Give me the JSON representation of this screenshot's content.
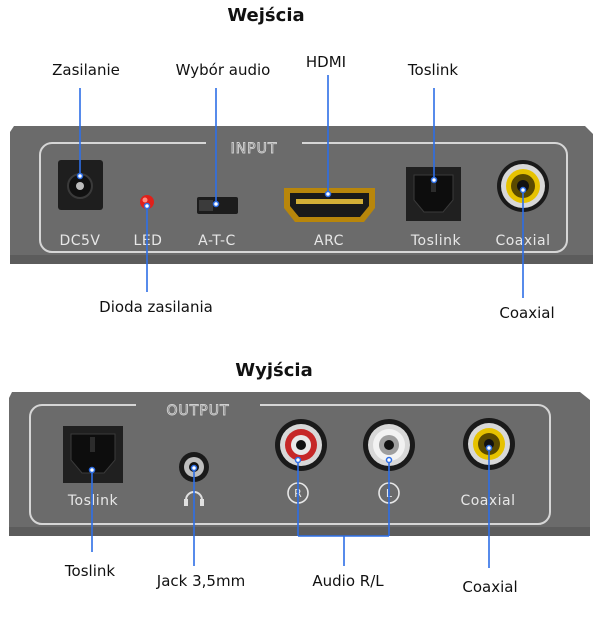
{
  "inputs_title": "Wejścia",
  "outputs_title": "Wyjścia",
  "input_panel": {
    "header": "INPUT",
    "ports": {
      "dc": "DC5V",
      "led": "LED",
      "atc": "A-T-C",
      "arc": "ARC",
      "toslink": "Toslink",
      "coaxial": "Coaxial"
    }
  },
  "output_panel": {
    "header": "OUTPUT",
    "ports": {
      "toslink": "Toslink",
      "r": "R",
      "l": "L",
      "coaxial": "Coaxial"
    }
  },
  "callouts_top": {
    "zasilanie": "Zasilanie",
    "wybor": "Wybór audio",
    "hdmi": "HDMI",
    "toslink": "Toslink",
    "dioda": "Dioda zasilania",
    "coaxial": "Coaxial"
  },
  "callouts_bottom": {
    "toslink": "Toslink",
    "jack": "Jack 3,5mm",
    "audio_rl": "Audio R/L",
    "coaxial": "Coaxial"
  },
  "colors": {
    "panel": "#6a6a6a",
    "leader": "#2d6ee6",
    "led": "#e0201a",
    "rca_red": "#c62828",
    "rca_white": "#e8e8e8",
    "rca_yellow": "#e6c200",
    "hdmi_gold": "#b8860b"
  }
}
